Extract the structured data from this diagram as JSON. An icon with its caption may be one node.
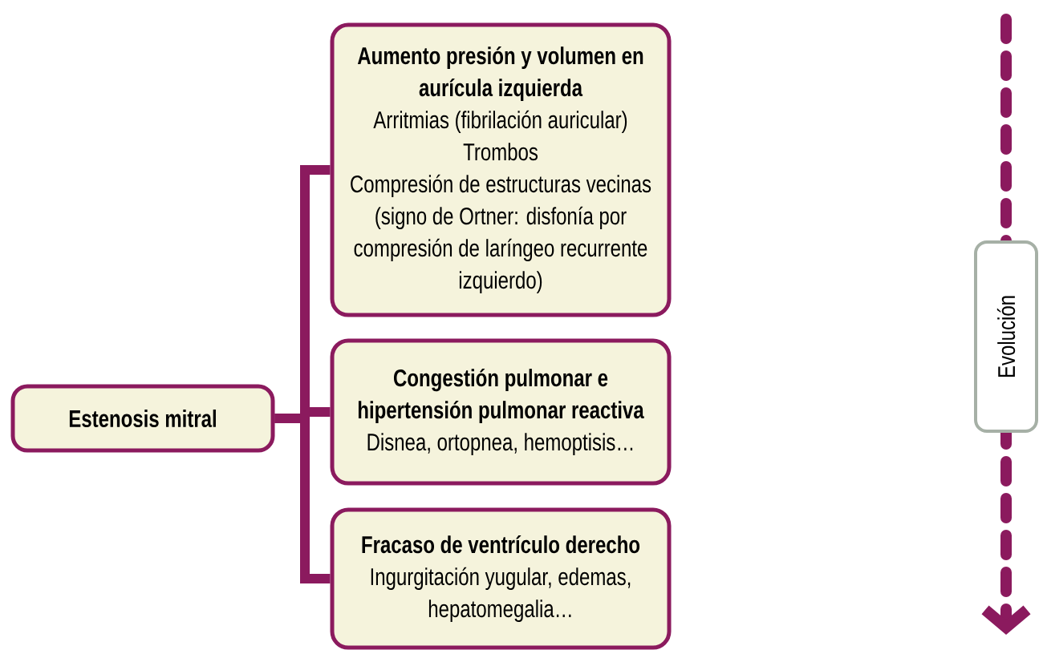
{
  "diagram": {
    "nodes": [
      {
        "text": [
          "Estenosis mitral"
        ]
      },
      {
        "text": [
          "Aumento presión y volumen en aurícula izquierda",
          "Arritmias (fibrilación auricular)",
          "Trombos",
          "Compresión de estructuras vecinas (signo de Ortner: disfonía por compresión de laríngeo recurrente izquierdo)"
        ]
      },
      {
        "text": [
          "Congestión pulmonar e hipertensión pulmonar reactiva",
          "Disnea, ortopnea, hemoptisis…"
        ]
      },
      {
        "text": [
          "Fracaso de ventrículo derecho",
          "Ingurgitación yugular, edemas, hepatomegalia…"
        ]
      },
      {
        "text": [
          "Evolución"
        ]
      }
    ],
    "edges": [
      {
        "from": 0,
        "to": 1,
        "arrow": "none"
      },
      {
        "from": 0,
        "to": 2,
        "arrow": "none"
      },
      {
        "from": 0,
        "to": 3,
        "arrow": "none"
      }
    ]
  }
}
